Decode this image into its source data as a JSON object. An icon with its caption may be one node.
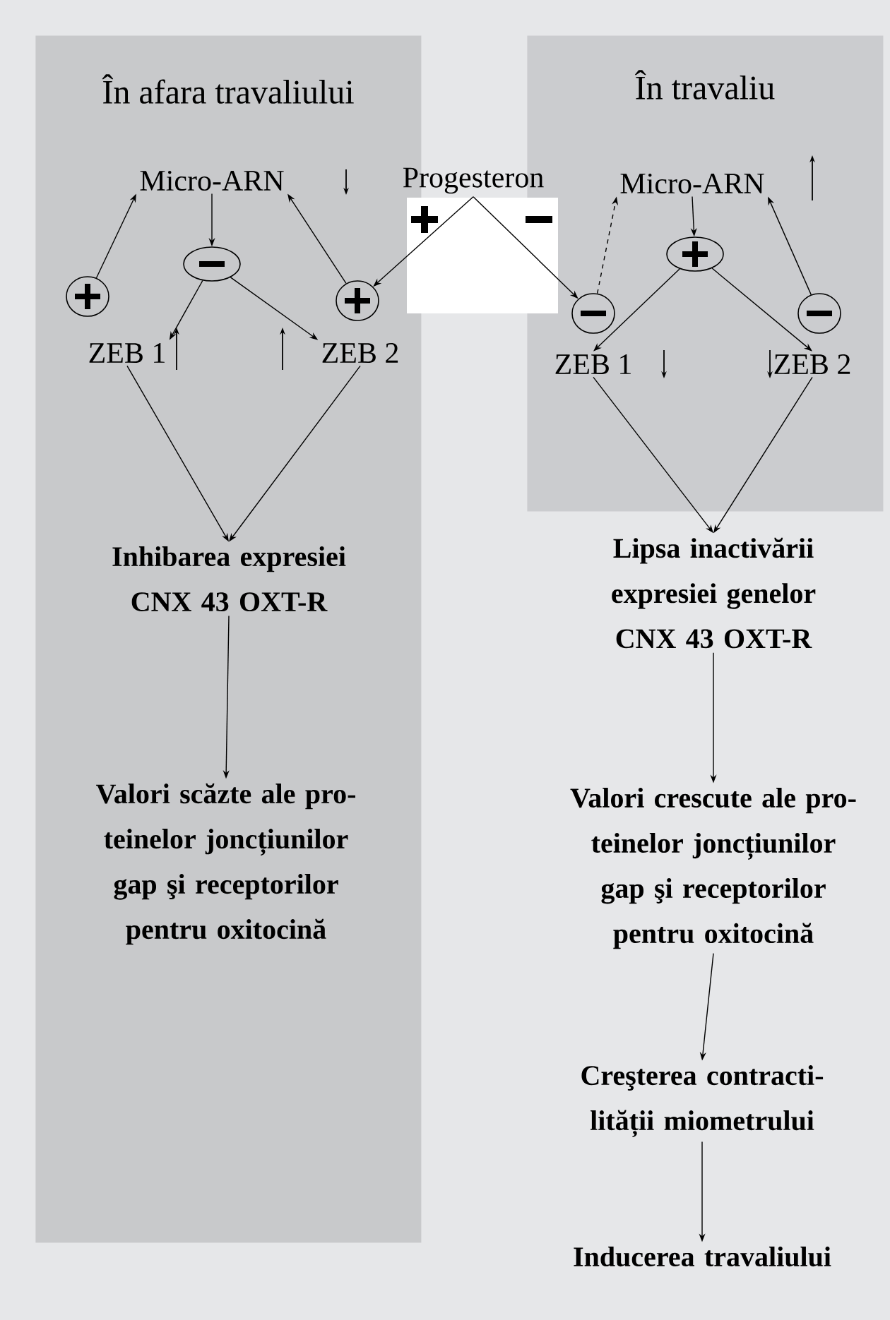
{
  "diagram": {
    "nodes": [
      {
        "text": [
          "În afara travaliului"
        ]
      },
      {
        "text": [
          "Micro-ARN"
        ],
        "in": 0
      },
      {
        "text": [],
        "shape": "circle",
        "in": 0
      },
      {
        "text": [],
        "shape": "circle",
        "in": 0
      },
      {
        "text": [],
        "shape": "circle",
        "in": 0
      },
      {
        "text": [
          "ZEB 1"
        ],
        "in": 0
      },
      {
        "text": [
          "ZEB 2"
        ],
        "in": 0
      },
      {
        "text": [
          "Inhibarea expresiei CNX 43 OXT-R"
        ],
        "in": 0
      },
      {
        "text": [
          "Valori scăzte ale pro-teinelor joncțiunilor gap şi receptorilor pentru oxitocină"
        ],
        "in": 0
      },
      {
        "text": [
          "Progesteron"
        ]
      },
      {
        "text": [
          "În travaliu"
        ]
      },
      {
        "text": [
          "Micro-ARN"
        ],
        "in": 10
      },
      {
        "text": [],
        "shape": "circle",
        "in": 10
      },
      {
        "text": [],
        "shape": "circle",
        "in": 10
      },
      {
        "text": [],
        "shape": "circle",
        "in": 10
      },
      {
        "text": [
          "ZEB 1"
        ],
        "in": 10
      },
      {
        "text": [
          "ZEB 2"
        ],
        "in": 10
      },
      {
        "text": [
          "Lipsa inactivării expresiei genelor CNX 43 OXT-R"
        ]
      },
      {
        "text": [
          "Valori crescute ale pro-teinelor joncțiunilor gap şi receptorilor pentru oxitocină"
        ]
      },
      {
        "text": [
          "Creşterea contracti-lității miometrului"
        ]
      },
      {
        "text": [
          "Inducerea travaliului"
        ]
      }
    ],
    "edges": [
      {
        "from": 1,
        "to": 2,
        "arrow": "to"
      },
      {
        "from": 2,
        "to": 5,
        "arrow": "to"
      },
      {
        "from": 2,
        "to": 6,
        "arrow": "to"
      },
      {
        "from": 3,
        "to": 1,
        "arrow": "to"
      },
      {
        "from": 4,
        "to": 1,
        "arrow": "to"
      },
      {
        "from": 5,
        "to": 7,
        "arrow": "to"
      },
      {
        "from": 6,
        "to": 7,
        "arrow": "to"
      },
      {
        "from": 7,
        "to": 8,
        "arrow": "to"
      },
      {
        "from": 9,
        "to": 4,
        "arrow": "to"
      },
      {
        "from": 9,
        "to": 13,
        "arrow": "to"
      },
      {
        "from": 11,
        "to": 12,
        "arrow": "to"
      },
      {
        "from": 12,
        "to": 15,
        "arrow": "to"
      },
      {
        "from": 12,
        "to": 16,
        "arrow": "to"
      },
      {
        "from": 13,
        "to": 11,
        "arrow": "to",
        "style": "dashed"
      },
      {
        "from": 14,
        "to": 11,
        "arrow": "to"
      },
      {
        "from": 15,
        "to": 17,
        "arrow": "to"
      },
      {
        "from": 16,
        "to": 17,
        "arrow": "to"
      },
      {
        "from": 17,
        "to": 18,
        "arrow": "to"
      },
      {
        "from": 18,
        "to": 19,
        "arrow": "to"
      },
      {
        "from": 19,
        "to": 20,
        "arrow": "to"
      }
    ]
  }
}
